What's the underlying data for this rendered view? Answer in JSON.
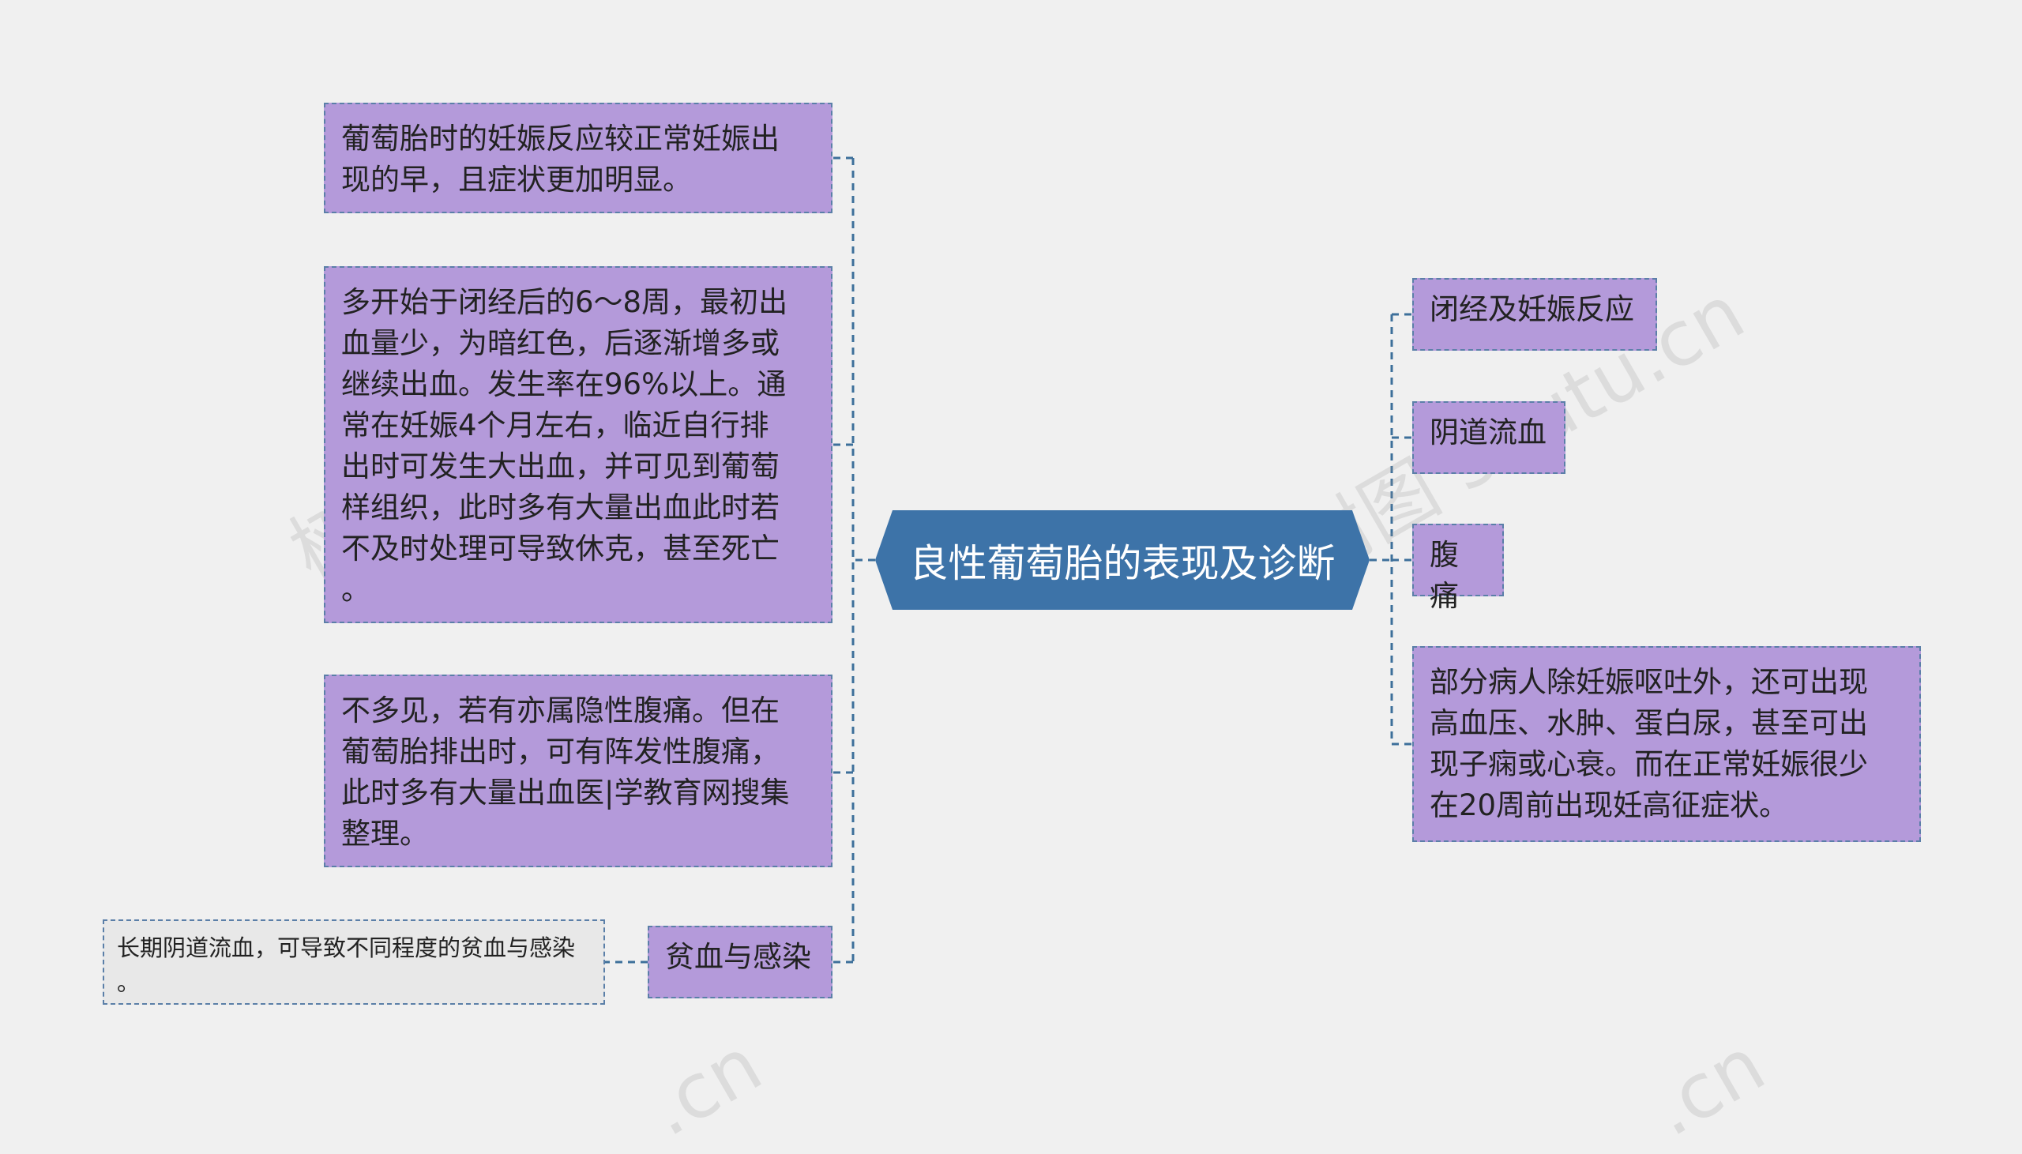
{
  "center": {
    "label": "良性葡萄胎的表现及诊断"
  },
  "left_nodes": [
    {
      "text": "葡萄胎时的妊娠反应较正常妊娠出\n现的早，且症状更加明显。"
    },
    {
      "text": "多开始于闭经后的6～8周，最初出\n血量少，为暗红色，后逐渐增多或\n继续出血。发生率在96%以上。通\n常在妊娠4个月左右，临近自行排\n出时可发生大出血，并可见到葡萄\n样组织，此时多有大量出血此时若\n不及时处理可导致休克，甚至死亡\n。"
    },
    {
      "text": "不多见，若有亦属隐性腹痛。但在\n葡萄胎排出时，可有阵发性腹痛，\n此时多有大量出血医|学教育网搜集\n整理。"
    },
    {
      "text": "贫血与感染"
    }
  ],
  "left_detail": {
    "text": "长期阴道流血，可导致不同程度的贫血与感染\n。"
  },
  "right_nodes": [
    {
      "text": "闭经及妊娠反应"
    },
    {
      "text": "阴道流血"
    },
    {
      "text": "腹痛"
    },
    {
      "text": "部分病人除妊娠呕吐外，还可出现\n高血压、水肿、蛋白尿，甚至可出\n现子痫或心衰。而在正常妊娠很少\n在20周前出现妊高征症状。"
    }
  ],
  "watermarks": [
    "树图 shutu.cn",
    "树图 shutu.cn",
    ".cn",
    ".cn"
  ],
  "colors": {
    "background": "#f0f0f0",
    "center_fill": "#3d73a8",
    "node_fill": "#b49ada",
    "detail_fill": "#e8e8e8",
    "connector": "#3d6f9a"
  }
}
